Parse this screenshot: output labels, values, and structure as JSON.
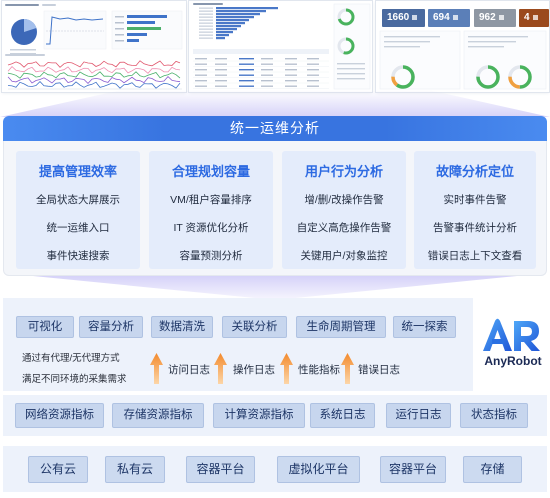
{
  "dashboard_previews": {
    "stat_tiles": [
      {
        "value": "1660",
        "color": "#4a6a9f"
      },
      {
        "value": "694",
        "color": "#5b7fb8"
      },
      {
        "value": "962",
        "color": "#8e97a3"
      },
      {
        "value": "4",
        "color": "#9b4a1d"
      }
    ]
  },
  "banner": {
    "title": "统一运维分析"
  },
  "capabilities": [
    {
      "title": "提高管理效率",
      "items": [
        "全局状态大屏展示",
        "统一运维入口",
        "事件快速搜索"
      ]
    },
    {
      "title": "合理规划容量",
      "items": [
        "VM/租户容量排序",
        "IT 资源优化分析",
        "容量预测分析"
      ]
    },
    {
      "title": "用户行为分析",
      "items": [
        "增/删/改操作告警",
        "自定义高危操作告警",
        "关键用户/对象监控"
      ]
    },
    {
      "title": "故障分析定位",
      "items": [
        "实时事件告警",
        "告警事件统计分析",
        "错误日志上下文查看"
      ]
    }
  ],
  "analysis_functions": [
    "可视化",
    "容量分析",
    "数据清洗",
    "关联分析",
    "生命周期管理",
    "统一探索"
  ],
  "collection": {
    "note": [
      "通过有代理/无代理方式",
      "满足不同环境的采集需求"
    ],
    "flows": [
      "访问日志",
      "操作日志",
      "性能指标",
      "错误日志"
    ]
  },
  "data_sources": [
    "网络资源指标",
    "存储资源指标",
    "计算资源指标",
    "系统日志",
    "运行日志",
    "状态指标"
  ],
  "platforms": [
    "公有云",
    "私有云",
    "容器平台",
    "虚拟化平台",
    "容器平台",
    "存储"
  ],
  "brand": {
    "mark": "AR",
    "name": "AnyRobot"
  },
  "icons": {
    "flow_arrow": "arrow-up-icon",
    "stat_tile": "square-icon"
  },
  "colors": {
    "banner": "#3874e0",
    "capability_card": "#e4ecfb",
    "capability_title": "#2d6ae2",
    "chip": "#c7d6ee",
    "chip_text": "#1d3566",
    "panel": "#edf2fb",
    "arrow": "#f28a30",
    "brand_blue": "#1f5fd9",
    "brand_text": "#1b2a55"
  }
}
